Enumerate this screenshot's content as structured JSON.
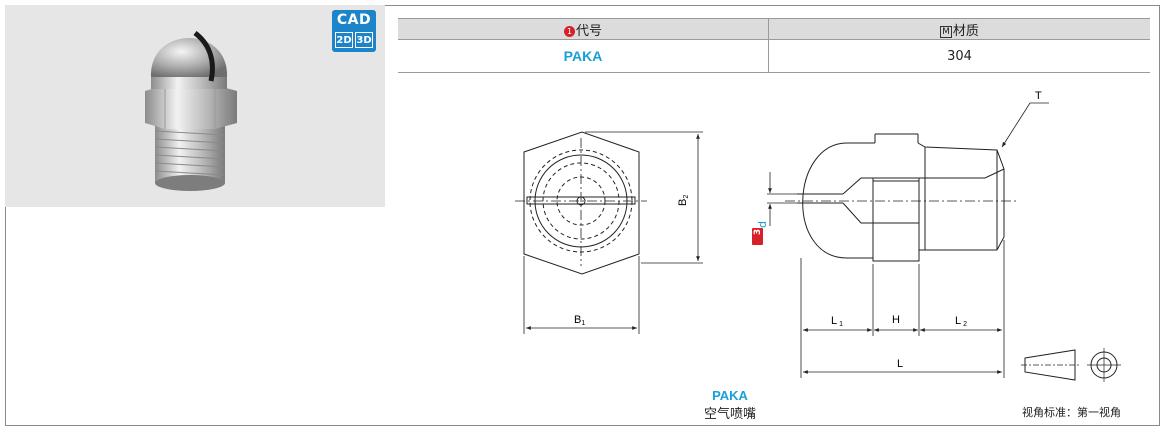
{
  "badge": {
    "cad": "CAD",
    "two_d": "2D",
    "three_d": "3D"
  },
  "table": {
    "code_header": "代号",
    "code_badge": "1",
    "material_header": "材质",
    "material_badge": "M",
    "code_value": "PAKA",
    "material_value": "304"
  },
  "dimensions": {
    "B1": "B",
    "B1_sub": "1",
    "B2": "B",
    "B2_sub": "2",
    "d": "d",
    "d_badge": "3",
    "L": "L",
    "L1": "L",
    "L1_sub": "1",
    "H": "H",
    "L2": "L",
    "L2_sub": "2",
    "T": "T"
  },
  "caption": {
    "code": "PAKA",
    "name": "空气喷嘴"
  },
  "projection": {
    "label": "视角标准：第一视角"
  }
}
